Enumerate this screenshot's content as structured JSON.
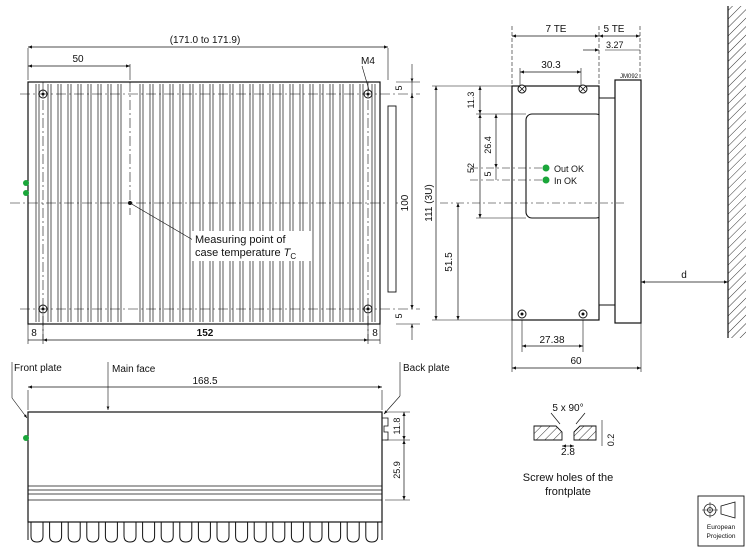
{
  "top_view": {
    "overall_width": "(171.0 to 171.9)",
    "dim_50": "50",
    "thread": "M4",
    "height_100": "100",
    "dim_5_top": "5",
    "dim_5_bottom": "5",
    "dim_8_left": "8",
    "dim_152": "152",
    "dim_8_right": "8",
    "measuring_point_line1": "Measuring point of",
    "measuring_point_line2": "case temperature ",
    "tc_symbol": "T",
    "tc_subscript": "C"
  },
  "side_view": {
    "front_plate": "Front plate",
    "main_face": "Main face",
    "back_plate": "Back plate",
    "length_168_5": "168.5",
    "dim_11_8": "11.8",
    "dim_25_9": "25.9"
  },
  "front_view": {
    "te7": "7 TE",
    "te5": "5 TE",
    "dim_3_27": "3.27",
    "dim_30_3": "30.3",
    "code": "JM092",
    "dim_11_3": "11.3",
    "dim_26_4": "26.4",
    "dim_52": "52",
    "dim_5": "5",
    "led_out": "Out OK",
    "led_in": "In OK",
    "height_111": "111 (3U)",
    "dim_51_5": "51.5",
    "dim_27_38": "27.38",
    "width_60": "60",
    "distance_d": "d",
    "led_color": "#1aa63a"
  },
  "screw_detail": {
    "angle": "5 x 90°",
    "dim_2_8": "2.8",
    "dim_0_2": "0.2",
    "caption_line1": "Screw holes of the",
    "caption_line2": "frontplate"
  },
  "projection": {
    "line1": "European",
    "line2": "Projection"
  }
}
